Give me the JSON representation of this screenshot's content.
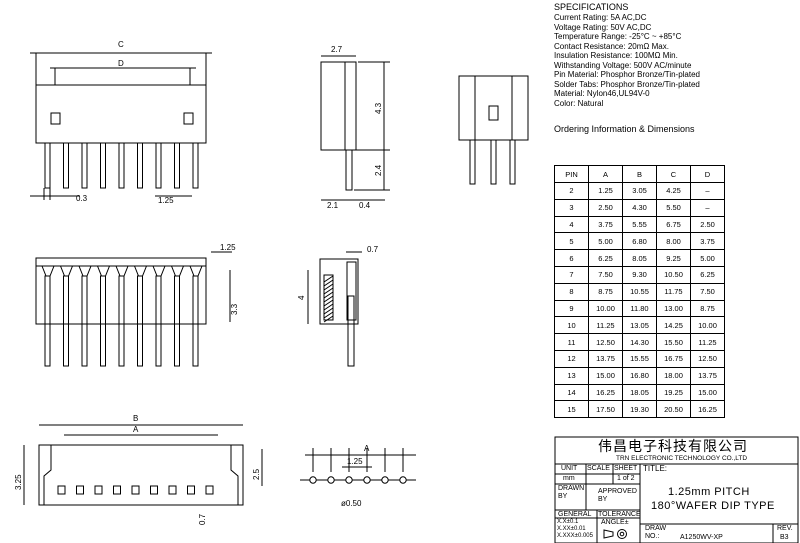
{
  "specifications": {
    "title": "SPECIFICATIONS",
    "lines": [
      "Current Rating: 5A AC,DC",
      "Voltage Rating: 50V AC,DC",
      "Temperature Range: -25°C ~ +85°C",
      "Contact Resistance: 20mΩ Max.",
      "Insulation Resistance: 100MΩ Min.",
      "Withstanding Voltage: 500V AC/minute",
      "Pin Material: Phosphor Bronze/Tin-plated",
      "Solder Tabs: Phosphor Bronze/Tin-plated",
      "Material: Nylon46,UL94V-0",
      "Color: Natural"
    ]
  },
  "ordering": {
    "title": "Ordering Information & Dimensions",
    "headers": [
      "PIN",
      "A",
      "B",
      "C",
      "D"
    ],
    "rows": [
      [
        "2",
        "1.25",
        "3.05",
        "4.25",
        "–"
      ],
      [
        "3",
        "2.50",
        "4.30",
        "5.50",
        "–"
      ],
      [
        "4",
        "3.75",
        "5.55",
        "6.75",
        "2.50"
      ],
      [
        "5",
        "5.00",
        "6.80",
        "8.00",
        "3.75"
      ],
      [
        "6",
        "6.25",
        "8.05",
        "9.25",
        "5.00"
      ],
      [
        "7",
        "7.50",
        "9.30",
        "10.50",
        "6.25"
      ],
      [
        "8",
        "8.75",
        "10.55",
        "11.75",
        "7.50"
      ],
      [
        "9",
        "10.00",
        "11.80",
        "13.00",
        "8.75"
      ],
      [
        "10",
        "11.25",
        "13.05",
        "14.25",
        "10.00"
      ],
      [
        "11",
        "12.50",
        "14.30",
        "15.50",
        "11.25"
      ],
      [
        "12",
        "13.75",
        "15.55",
        "16.75",
        "12.50"
      ],
      [
        "13",
        "15.00",
        "16.80",
        "18.00",
        "13.75"
      ],
      [
        "14",
        "16.25",
        "18.05",
        "19.25",
        "15.00"
      ],
      [
        "15",
        "17.50",
        "19.30",
        "20.50",
        "16.25"
      ]
    ]
  },
  "title_block": {
    "company_cn": "伟昌电子科技有限公司",
    "company_en": "TRN ELECTRONIC TECHNOLOGY CO.,LTD",
    "unit_label": "UNIT",
    "unit_value": "mm",
    "scale_label": "SCALE",
    "sheet_label": "SHEET",
    "sheet_value": "1 of 2",
    "title_label": "TITLE:",
    "title_line1": "1.25mm PITCH",
    "title_line2": "180°WAFER DIP TYPE",
    "drawn_by": "DRAWN BY",
    "approved_by": "APPROVED BY",
    "general": "GENERAL",
    "tolerance": "TOLERANCE",
    "tol1": "X.X±0.1",
    "tol2": "X.XX±0.01",
    "tol3": "X.XXX±0.005",
    "angle": "ANGLE±",
    "draw_no_label": "DRAW NO.:",
    "draw_no_value": "A1250WV-XP",
    "rev_label": "REV.",
    "rev_value": "B3"
  },
  "dimensions": {
    "c": "C",
    "d": "D",
    "w27": "2.7",
    "h43": "4.3",
    "h24": "2.4",
    "w21": "2.1",
    "w04": "0.4",
    "p03": "0.3",
    "p125a": "1.25",
    "p125b": "1.25",
    "h33": "3.3",
    "w07a": "0.7",
    "h4": "4",
    "b": "B",
    "a1": "A",
    "h325": "3.25",
    "h25": "2.5",
    "w07b": "0.7",
    "a2": "A",
    "p125c": "1.25",
    "hole": "ø0.50"
  }
}
